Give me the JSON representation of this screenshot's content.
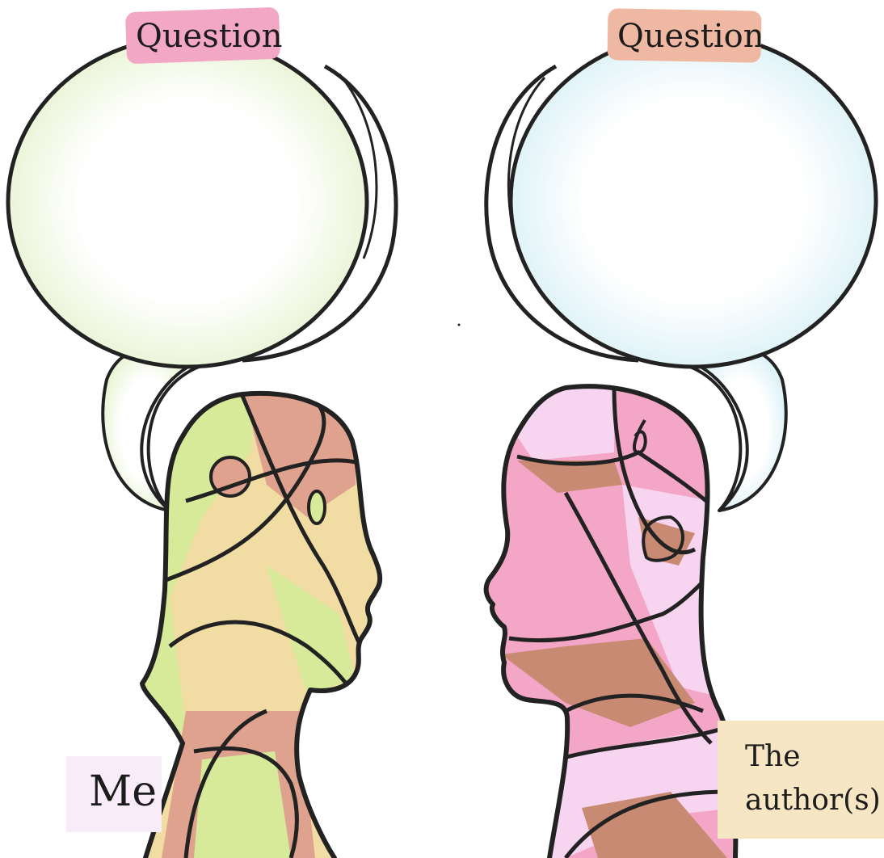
{
  "labels": {
    "left_question": "Question",
    "right_question": "Question",
    "me": "Me",
    "author_line1": "The",
    "author_line2": "author(s)"
  },
  "colors": {
    "left_bubble_tint": "#e6f3cf",
    "right_bubble_tint": "#d8f0f6",
    "left_question_highlight": "#f2a7c4",
    "right_question_highlight": "#efb8a2",
    "me_box": "#f7ecf8",
    "author_box": "#f7e6c4",
    "outline": "#222222",
    "left_head_green": "#d6ea9a",
    "left_head_tan": "#f1dca4",
    "left_head_rose": "#dfa28e",
    "right_head_pink": "#f4a6c6",
    "right_head_light": "#f7d4f0",
    "right_head_brown": "#c98a74"
  },
  "icons": {
    "left_bubble": "thought-bubble-icon",
    "right_bubble": "thought-bubble-icon",
    "left_head": "head-profile-icon",
    "right_head": "head-profile-icon"
  }
}
